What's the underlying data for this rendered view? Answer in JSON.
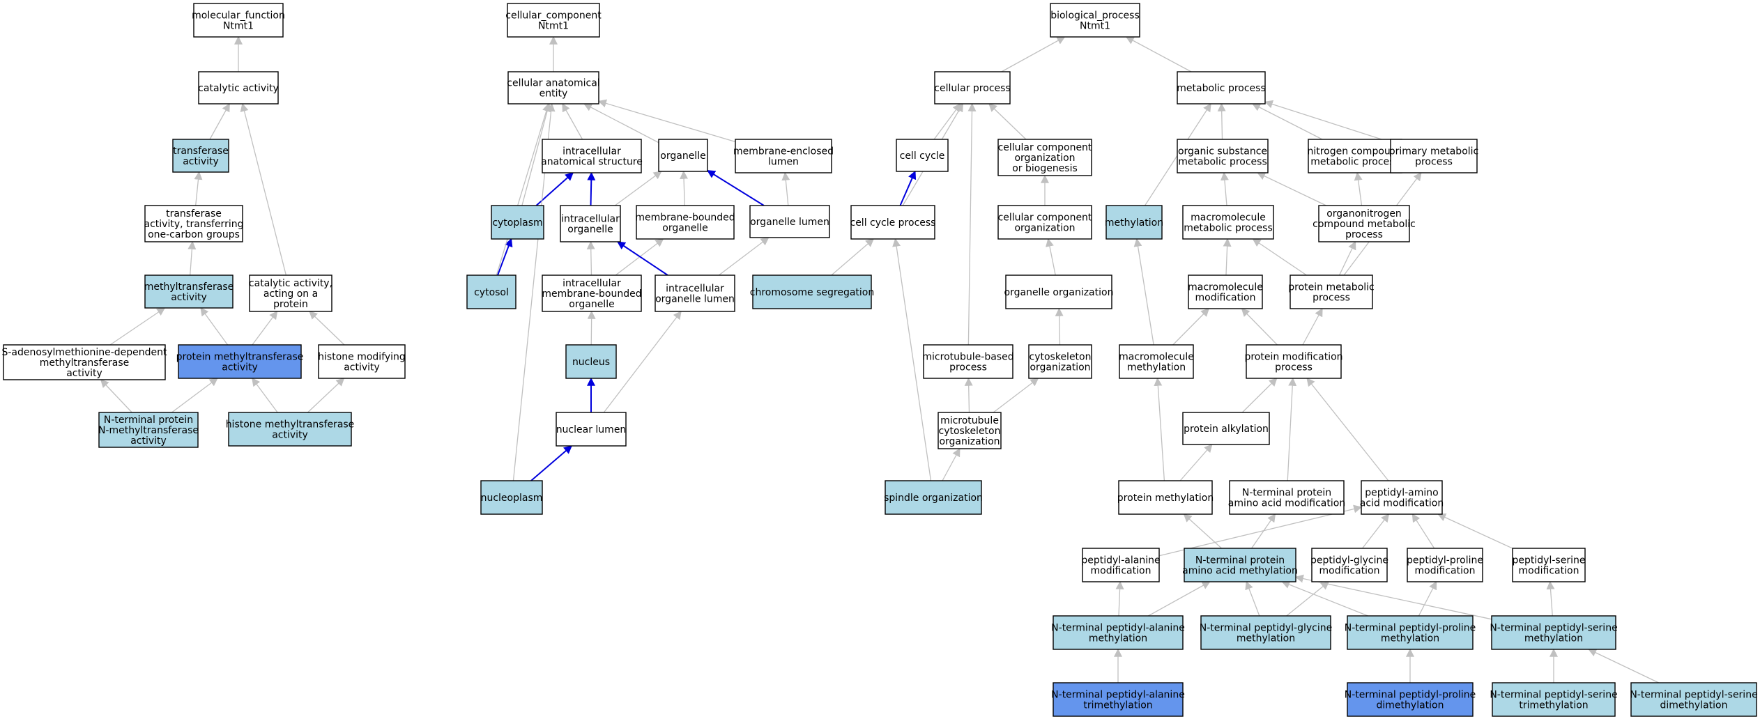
{
  "colors": {
    "default_fill": "#ffffff",
    "light_fill": "#add8e6",
    "dark_fill": "#6495ed",
    "border": "#000000",
    "edge_grey": "#c0c0c0",
    "edge_blue": "#0000dd"
  },
  "nodes": [
    {
      "id": "mf_root",
      "lines": [
        "molecular_function",
        "Ntmt1"
      ],
      "fill": "default"
    },
    {
      "id": "catalytic_activity",
      "lines": [
        "catalytic activity"
      ],
      "fill": "default"
    },
    {
      "id": "transferase_activity",
      "lines": [
        "transferase",
        "activity"
      ],
      "fill": "light"
    },
    {
      "id": "transferase_one_carbon",
      "lines": [
        "transferase",
        "activity, transferring",
        "one-carbon groups"
      ],
      "fill": "default"
    },
    {
      "id": "methyltransferase_activity",
      "lines": [
        "methyltransferase",
        "activity"
      ],
      "fill": "light"
    },
    {
      "id": "catalytic_on_protein",
      "lines": [
        "catalytic activity,",
        "acting on a",
        "protein"
      ],
      "fill": "default"
    },
    {
      "id": "sam_methyltransferase",
      "lines": [
        "S-adenosylmethionine-dependent",
        "methyltransferase",
        "activity"
      ],
      "fill": "default"
    },
    {
      "id": "protein_methyltransferase",
      "lines": [
        "protein methyltransferase",
        "activity"
      ],
      "fill": "dark"
    },
    {
      "id": "histone_modifying",
      "lines": [
        "histone modifying",
        "activity"
      ],
      "fill": "default"
    },
    {
      "id": "nterm_nmethyltransferase",
      "lines": [
        "N-terminal protein",
        "N-methyltransferase",
        "activity"
      ],
      "fill": "light"
    },
    {
      "id": "histone_methyltransferase",
      "lines": [
        "histone methyltransferase",
        "activity"
      ],
      "fill": "light"
    },
    {
      "id": "cc_root",
      "lines": [
        "cellular_component",
        "Ntmt1"
      ],
      "fill": "default"
    },
    {
      "id": "cellular_anatomical_entity",
      "lines": [
        "cellular anatomical",
        "entity"
      ],
      "fill": "default"
    },
    {
      "id": "intracellular_structure",
      "lines": [
        "intracellular",
        "anatomical structure"
      ],
      "fill": "default"
    },
    {
      "id": "organelle",
      "lines": [
        "organelle"
      ],
      "fill": "default"
    },
    {
      "id": "membrane_enclosed_lumen",
      "lines": [
        "membrane-enclosed",
        "lumen"
      ],
      "fill": "default"
    },
    {
      "id": "cytoplasm",
      "lines": [
        "cytoplasm"
      ],
      "fill": "light"
    },
    {
      "id": "intracellular_organelle",
      "lines": [
        "intracellular",
        "organelle"
      ],
      "fill": "default"
    },
    {
      "id": "membrane_bounded_organelle",
      "lines": [
        "membrane-bounded",
        "organelle"
      ],
      "fill": "default"
    },
    {
      "id": "organelle_lumen",
      "lines": [
        "organelle lumen"
      ],
      "fill": "default"
    },
    {
      "id": "cytosol",
      "lines": [
        "cytosol"
      ],
      "fill": "light"
    },
    {
      "id": "intra_membrane_bounded_organelle",
      "lines": [
        "intracellular",
        "membrane-bounded",
        "organelle"
      ],
      "fill": "default"
    },
    {
      "id": "intracellular_organelle_lumen",
      "lines": [
        "intracellular",
        "organelle lumen"
      ],
      "fill": "default"
    },
    {
      "id": "nucleus",
      "lines": [
        "nucleus"
      ],
      "fill": "light"
    },
    {
      "id": "nuclear_lumen",
      "lines": [
        "nuclear lumen"
      ],
      "fill": "default"
    },
    {
      "id": "nucleoplasm",
      "lines": [
        "nucleoplasm"
      ],
      "fill": "light"
    },
    {
      "id": "bp_root",
      "lines": [
        "biological_process",
        "Ntmt1"
      ],
      "fill": "default"
    },
    {
      "id": "cellular_process",
      "lines": [
        "cellular process"
      ],
      "fill": "default"
    },
    {
      "id": "metabolic_process",
      "lines": [
        "metabolic process"
      ],
      "fill": "default"
    },
    {
      "id": "cell_cycle",
      "lines": [
        "cell cycle"
      ],
      "fill": "default"
    },
    {
      "id": "cc_org_biogenesis",
      "lines": [
        "cellular component",
        "organization",
        "or biogenesis"
      ],
      "fill": "default"
    },
    {
      "id": "organic_substance_metabolic",
      "lines": [
        "organic substance",
        "metabolic process"
      ],
      "fill": "default"
    },
    {
      "id": "nitrogen_compound_metabolic",
      "lines": [
        "nitrogen compound",
        "metabolic process"
      ],
      "fill": "default"
    },
    {
      "id": "primary_metabolic",
      "lines": [
        "primary metabolic",
        "process"
      ],
      "fill": "default"
    },
    {
      "id": "cell_cycle_process",
      "lines": [
        "cell cycle process"
      ],
      "fill": "default"
    },
    {
      "id": "cc_organization",
      "lines": [
        "cellular component",
        "organization"
      ],
      "fill": "default"
    },
    {
      "id": "methylation",
      "lines": [
        "methylation"
      ],
      "fill": "light"
    },
    {
      "id": "macromolecule_metabolic",
      "lines": [
        "macromolecule",
        "metabolic process"
      ],
      "fill": "default"
    },
    {
      "id": "organonitrogen_metabolic",
      "lines": [
        "organonitrogen",
        "compound metabolic",
        "process"
      ],
      "fill": "default"
    },
    {
      "id": "chromosome_segregation",
      "lines": [
        "chromosome segregation"
      ],
      "fill": "light"
    },
    {
      "id": "organelle_organization",
      "lines": [
        "organelle organization"
      ],
      "fill": "default"
    },
    {
      "id": "macromolecule_modification",
      "lines": [
        "macromolecule",
        "modification"
      ],
      "fill": "default"
    },
    {
      "id": "protein_metabolic",
      "lines": [
        "protein metabolic",
        "process"
      ],
      "fill": "default"
    },
    {
      "id": "microtubule_based",
      "lines": [
        "microtubule-based",
        "process"
      ],
      "fill": "default"
    },
    {
      "id": "cytoskeleton_organization",
      "lines": [
        "cytoskeleton",
        "organization"
      ],
      "fill": "default"
    },
    {
      "id": "macromolecule_methylation",
      "lines": [
        "macromolecule",
        "methylation"
      ],
      "fill": "default"
    },
    {
      "id": "protein_modification",
      "lines": [
        "protein modification",
        "process"
      ],
      "fill": "default"
    },
    {
      "id": "mt_cytoskeleton_org",
      "lines": [
        "microtubule",
        "cytoskeleton",
        "organization"
      ],
      "fill": "default"
    },
    {
      "id": "protein_alkylation",
      "lines": [
        "protein alkylation"
      ],
      "fill": "default"
    },
    {
      "id": "spindle_organization",
      "lines": [
        "spindle organization"
      ],
      "fill": "light"
    },
    {
      "id": "protein_methylation",
      "lines": [
        "protein methylation"
      ],
      "fill": "default"
    },
    {
      "id": "nterm_protein_aa_mod",
      "lines": [
        "N-terminal protein",
        "amino acid modification"
      ],
      "fill": "default"
    },
    {
      "id": "peptidyl_aa_mod",
      "lines": [
        "peptidyl-amino",
        "acid modification"
      ],
      "fill": "default"
    },
    {
      "id": "peptidyl_alanine_mod",
      "lines": [
        "peptidyl-alanine",
        "modification"
      ],
      "fill": "default"
    },
    {
      "id": "nterm_protein_aa_methylation",
      "lines": [
        "N-terminal protein",
        "amino acid methylation"
      ],
      "fill": "light"
    },
    {
      "id": "peptidyl_glycine_mod",
      "lines": [
        "peptidyl-glycine",
        "modification"
      ],
      "fill": "default"
    },
    {
      "id": "peptidyl_proline_mod",
      "lines": [
        "peptidyl-proline",
        "modification"
      ],
      "fill": "default"
    },
    {
      "id": "peptidyl_serine_mod",
      "lines": [
        "peptidyl-serine",
        "modification"
      ],
      "fill": "default"
    },
    {
      "id": "nterm_alanine_methylation",
      "lines": [
        "N-terminal peptidyl-alanine",
        "methylation"
      ],
      "fill": "light"
    },
    {
      "id": "nterm_glycine_methylation",
      "lines": [
        "N-terminal peptidyl-glycine",
        "methylation"
      ],
      "fill": "light"
    },
    {
      "id": "nterm_proline_methylation",
      "lines": [
        "N-terminal peptidyl-proline",
        "methylation"
      ],
      "fill": "light"
    },
    {
      "id": "nterm_serine_methylation",
      "lines": [
        "N-terminal peptidyl-serine",
        "methylation"
      ],
      "fill": "light"
    },
    {
      "id": "nterm_alanine_trimethylation",
      "lines": [
        "N-terminal peptidyl-alanine",
        "trimethylation"
      ],
      "fill": "dark"
    },
    {
      "id": "nterm_proline_dimethylation",
      "lines": [
        "N-terminal peptidyl-proline",
        "dimethylation"
      ],
      "fill": "dark"
    },
    {
      "id": "nterm_serine_trimethylation",
      "lines": [
        "N-terminal peptidyl-serine",
        "trimethylation"
      ],
      "fill": "light"
    },
    {
      "id": "nterm_serine_dimethylation",
      "lines": [
        "N-terminal peptidyl-serine",
        "dimethylation"
      ],
      "fill": "light"
    }
  ],
  "edges": [
    {
      "from": "catalytic_activity",
      "to": "mf_root",
      "kind": "is_a"
    },
    {
      "from": "transferase_activity",
      "to": "catalytic_activity",
      "kind": "is_a"
    },
    {
      "from": "transferase_one_carbon",
      "to": "transferase_activity",
      "kind": "is_a"
    },
    {
      "from": "methyltransferase_activity",
      "to": "transferase_one_carbon",
      "kind": "is_a"
    },
    {
      "from": "catalytic_on_protein",
      "to": "catalytic_activity",
      "kind": "is_a"
    },
    {
      "from": "sam_methyltransferase",
      "to": "methyltransferase_activity",
      "kind": "is_a"
    },
    {
      "from": "protein_methyltransferase",
      "to": "methyltransferase_activity",
      "kind": "is_a"
    },
    {
      "from": "protein_methyltransferase",
      "to": "catalytic_on_protein",
      "kind": "is_a"
    },
    {
      "from": "histone_modifying",
      "to": "catalytic_on_protein",
      "kind": "is_a"
    },
    {
      "from": "nterm_nmethyltransferase",
      "to": "sam_methyltransferase",
      "kind": "is_a"
    },
    {
      "from": "nterm_nmethyltransferase",
      "to": "protein_methyltransferase",
      "kind": "is_a"
    },
    {
      "from": "histone_methyltransferase",
      "to": "protein_methyltransferase",
      "kind": "is_a"
    },
    {
      "from": "histone_methyltransferase",
      "to": "histone_modifying",
      "kind": "is_a"
    },
    {
      "from": "cellular_anatomical_entity",
      "to": "cc_root",
      "kind": "is_a"
    },
    {
      "from": "intracellular_structure",
      "to": "cellular_anatomical_entity",
      "kind": "is_a"
    },
    {
      "from": "organelle",
      "to": "cellular_anatomical_entity",
      "kind": "is_a"
    },
    {
      "from": "membrane_enclosed_lumen",
      "to": "cellular_anatomical_entity",
      "kind": "is_a"
    },
    {
      "from": "cytoplasm",
      "to": "cellular_anatomical_entity",
      "kind": "is_a"
    },
    {
      "from": "cytoplasm",
      "to": "intracellular_structure",
      "kind": "part_of"
    },
    {
      "from": "intracellular_organelle",
      "to": "intracellular_structure",
      "kind": "part_of"
    },
    {
      "from": "intracellular_organelle",
      "to": "organelle",
      "kind": "is_a"
    },
    {
      "from": "membrane_bounded_organelle",
      "to": "organelle",
      "kind": "is_a"
    },
    {
      "from": "organelle_lumen",
      "to": "organelle",
      "kind": "part_of"
    },
    {
      "from": "organelle_lumen",
      "to": "membrane_enclosed_lumen",
      "kind": "is_a"
    },
    {
      "from": "cytosol",
      "to": "cytoplasm",
      "kind": "part_of"
    },
    {
      "from": "cytosol",
      "to": "cellular_anatomical_entity",
      "kind": "is_a"
    },
    {
      "from": "intra_membrane_bounded_organelle",
      "to": "intracellular_organelle",
      "kind": "is_a"
    },
    {
      "from": "intra_membrane_bounded_organelle",
      "to": "membrane_bounded_organelle",
      "kind": "is_a"
    },
    {
      "from": "intracellular_organelle_lumen",
      "to": "intracellular_organelle",
      "kind": "part_of"
    },
    {
      "from": "intracellular_organelle_lumen",
      "to": "organelle_lumen",
      "kind": "is_a"
    },
    {
      "from": "nucleus",
      "to": "intra_membrane_bounded_organelle",
      "kind": "is_a"
    },
    {
      "from": "nuclear_lumen",
      "to": "nucleus",
      "kind": "part_of"
    },
    {
      "from": "nuclear_lumen",
      "to": "intracellular_organelle_lumen",
      "kind": "is_a"
    },
    {
      "from": "nucleoplasm",
      "to": "nuclear_lumen",
      "kind": "part_of"
    },
    {
      "from": "nucleoplasm",
      "to": "cellular_anatomical_entity",
      "kind": "is_a"
    },
    {
      "from": "cellular_process",
      "to": "bp_root",
      "kind": "is_a"
    },
    {
      "from": "metabolic_process",
      "to": "bp_root",
      "kind": "is_a"
    },
    {
      "from": "cell_cycle",
      "to": "cellular_process",
      "kind": "is_a"
    },
    {
      "from": "cc_org_biogenesis",
      "to": "cellular_process",
      "kind": "is_a"
    },
    {
      "from": "organic_substance_metabolic",
      "to": "metabolic_process",
      "kind": "is_a"
    },
    {
      "from": "nitrogen_compound_metabolic",
      "to": "metabolic_process",
      "kind": "is_a"
    },
    {
      "from": "primary_metabolic",
      "to": "metabolic_process",
      "kind": "is_a"
    },
    {
      "from": "cell_cycle_process",
      "to": "cell_cycle",
      "kind": "part_of"
    },
    {
      "from": "cell_cycle_process",
      "to": "cellular_process",
      "kind": "is_a"
    },
    {
      "from": "cc_organization",
      "to": "cc_org_biogenesis",
      "kind": "is_a"
    },
    {
      "from": "methylation",
      "to": "metabolic_process",
      "kind": "is_a"
    },
    {
      "from": "macromolecule_metabolic",
      "to": "organic_substance_metabolic",
      "kind": "is_a"
    },
    {
      "from": "organonitrogen_metabolic",
      "to": "organic_substance_metabolic",
      "kind": "is_a"
    },
    {
      "from": "organonitrogen_metabolic",
      "to": "nitrogen_compound_metabolic",
      "kind": "is_a"
    },
    {
      "from": "chromosome_segregation",
      "to": "cell_cycle_process",
      "kind": "is_a"
    },
    {
      "from": "organelle_organization",
      "to": "cc_organization",
      "kind": "is_a"
    },
    {
      "from": "macromolecule_modification",
      "to": "macromolecule_metabolic",
      "kind": "is_a"
    },
    {
      "from": "protein_metabolic",
      "to": "macromolecule_metabolic",
      "kind": "is_a"
    },
    {
      "from": "protein_metabolic",
      "to": "organonitrogen_metabolic",
      "kind": "is_a"
    },
    {
      "from": "protein_metabolic",
      "to": "primary_metabolic",
      "kind": "is_a"
    },
    {
      "from": "microtubule_based",
      "to": "cellular_process",
      "kind": "is_a"
    },
    {
      "from": "cytoskeleton_organization",
      "to": "organelle_organization",
      "kind": "is_a"
    },
    {
      "from": "macromolecule_methylation",
      "to": "methylation",
      "kind": "is_a"
    },
    {
      "from": "macromolecule_methylation",
      "to": "macromolecule_modification",
      "kind": "is_a"
    },
    {
      "from": "protein_modification",
      "to": "macromolecule_modification",
      "kind": "is_a"
    },
    {
      "from": "protein_modification",
      "to": "protein_metabolic",
      "kind": "is_a"
    },
    {
      "from": "mt_cytoskeleton_org",
      "to": "microtubule_based",
      "kind": "is_a"
    },
    {
      "from": "mt_cytoskeleton_org",
      "to": "cytoskeleton_organization",
      "kind": "is_a"
    },
    {
      "from": "protein_alkylation",
      "to": "protein_modification",
      "kind": "is_a"
    },
    {
      "from": "spindle_organization",
      "to": "mt_cytoskeleton_org",
      "kind": "is_a"
    },
    {
      "from": "spindle_organization",
      "to": "cell_cycle_process",
      "kind": "is_a"
    },
    {
      "from": "protein_methylation",
      "to": "macromolecule_methylation",
      "kind": "is_a"
    },
    {
      "from": "protein_methylation",
      "to": "protein_alkylation",
      "kind": "is_a"
    },
    {
      "from": "nterm_protein_aa_mod",
      "to": "protein_modification",
      "kind": "is_a"
    },
    {
      "from": "peptidyl_aa_mod",
      "to": "protein_modification",
      "kind": "is_a"
    },
    {
      "from": "peptidyl_alanine_mod",
      "to": "peptidyl_aa_mod",
      "kind": "is_a"
    },
    {
      "from": "nterm_protein_aa_methylation",
      "to": "protein_methylation",
      "kind": "is_a"
    },
    {
      "from": "nterm_protein_aa_methylation",
      "to": "nterm_protein_aa_mod",
      "kind": "is_a"
    },
    {
      "from": "peptidyl_glycine_mod",
      "to": "peptidyl_aa_mod",
      "kind": "is_a"
    },
    {
      "from": "peptidyl_proline_mod",
      "to": "peptidyl_aa_mod",
      "kind": "is_a"
    },
    {
      "from": "peptidyl_serine_mod",
      "to": "peptidyl_aa_mod",
      "kind": "is_a"
    },
    {
      "from": "nterm_alanine_methylation",
      "to": "peptidyl_alanine_mod",
      "kind": "is_a"
    },
    {
      "from": "nterm_alanine_methylation",
      "to": "nterm_protein_aa_methylation",
      "kind": "is_a"
    },
    {
      "from": "nterm_glycine_methylation",
      "to": "nterm_protein_aa_methylation",
      "kind": "is_a"
    },
    {
      "from": "nterm_glycine_methylation",
      "to": "peptidyl_glycine_mod",
      "kind": "is_a"
    },
    {
      "from": "nterm_proline_methylation",
      "to": "nterm_protein_aa_methylation",
      "kind": "is_a"
    },
    {
      "from": "nterm_proline_methylation",
      "to": "peptidyl_proline_mod",
      "kind": "is_a"
    },
    {
      "from": "nterm_serine_methylation",
      "to": "nterm_protein_aa_methylation",
      "kind": "is_a"
    },
    {
      "from": "nterm_serine_methylation",
      "to": "peptidyl_serine_mod",
      "kind": "is_a"
    },
    {
      "from": "nterm_alanine_trimethylation",
      "to": "nterm_alanine_methylation",
      "kind": "is_a"
    },
    {
      "from": "nterm_proline_dimethylation",
      "to": "nterm_proline_methylation",
      "kind": "is_a"
    },
    {
      "from": "nterm_serine_trimethylation",
      "to": "nterm_serine_methylation",
      "kind": "is_a"
    },
    {
      "from": "nterm_serine_dimethylation",
      "to": "nterm_serine_methylation",
      "kind": "is_a"
    }
  ]
}
